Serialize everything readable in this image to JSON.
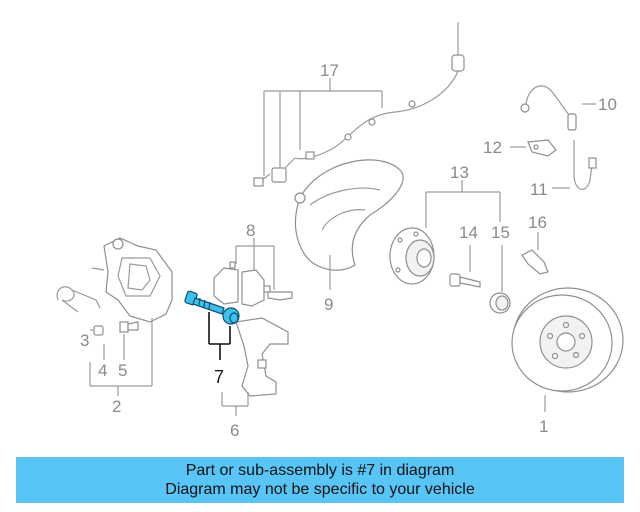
{
  "callouts": {
    "c1": "1",
    "c2": "2",
    "c3": "3",
    "c4": "4",
    "c5": "5",
    "c6": "6",
    "c7": "7",
    "c8": "8",
    "c9": "9",
    "c10": "10",
    "c11": "11",
    "c12": "12",
    "c13": "13",
    "c14": "14",
    "c15": "15",
    "c16": "16",
    "c17": "17"
  },
  "highlighted_part": "7",
  "colors": {
    "highlight": "#3cc2ea",
    "banner": "#57c5f5",
    "line": "#9a9a9a"
  },
  "banner": {
    "line1": "Part or sub-assembly is #7 in diagram",
    "line2": "Diagram may not be specific to your vehicle"
  }
}
